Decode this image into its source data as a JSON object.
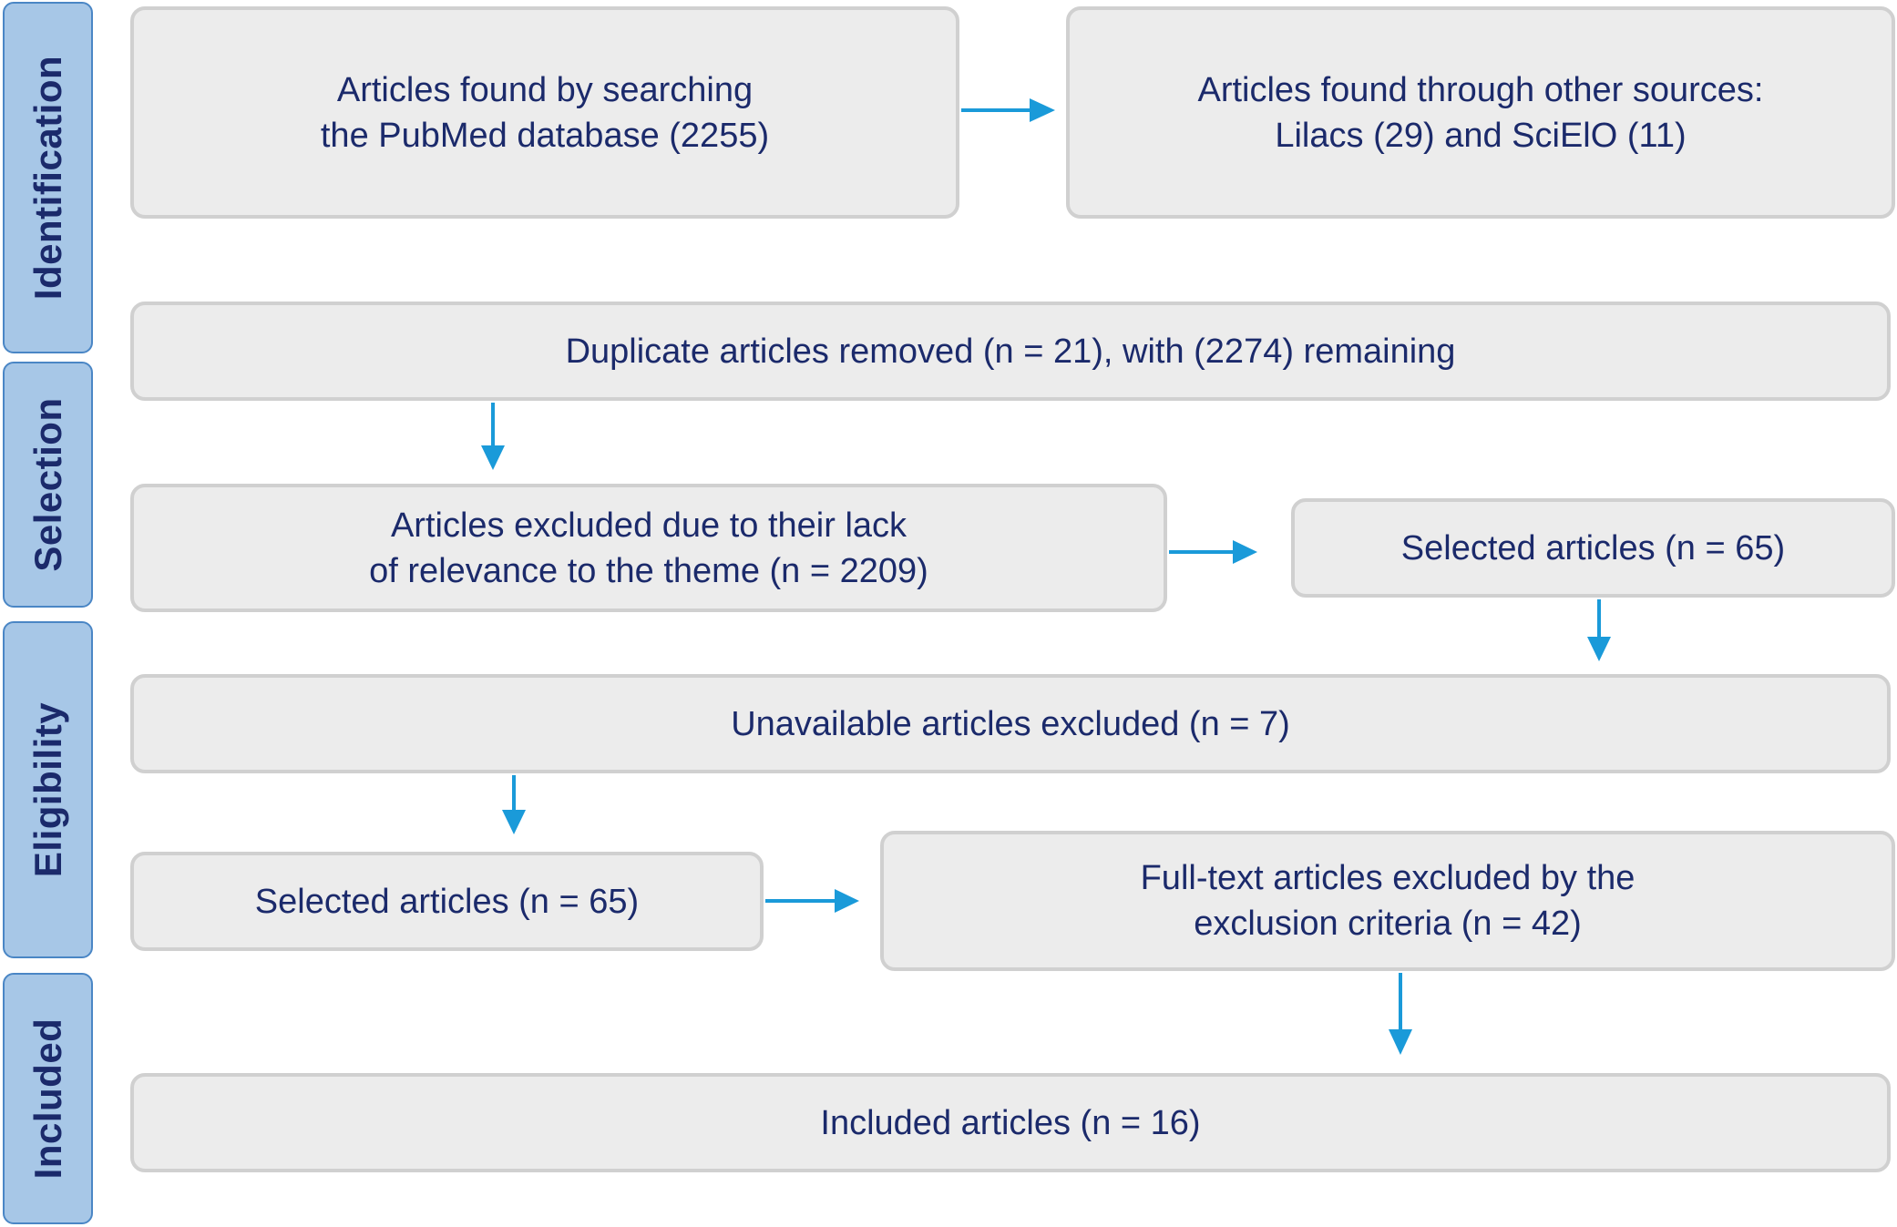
{
  "phases": {
    "identification": "Identification",
    "selection": "Selection",
    "eligibility": "Eligibility",
    "included": "Included"
  },
  "boxes": {
    "pubmed": [
      "Articles found by searching",
      "the PubMed database (2255)"
    ],
    "other_sources": [
      "Articles found through other sources:",
      "Lilacs (29) and SciElO (11)"
    ],
    "duplicates": [
      "Duplicate articles removed (n = 21), with (2274) remaining"
    ],
    "excluded_relevance": [
      "Articles excluded due to their lack",
      "of relevance to the theme (n = 2209)"
    ],
    "selected_1": [
      "Selected articles (n = 65)"
    ],
    "unavailable": [
      "Unavailable articles excluded (n = 7)"
    ],
    "selected_2": [
      "Selected articles (n = 65)"
    ],
    "fulltext_excluded": [
      "Full-text articles excluded by the",
      "exclusion criteria (n = 42)"
    ],
    "included": [
      "Included articles (n = 16)"
    ]
  },
  "colors": {
    "arrow": "#1a9ad9",
    "box_fill": "#ececec",
    "box_border": "#d0d0d0",
    "phase_fill": "#a7c7e7",
    "phase_border": "#4a86c5",
    "text": "#1b2a6b"
  }
}
